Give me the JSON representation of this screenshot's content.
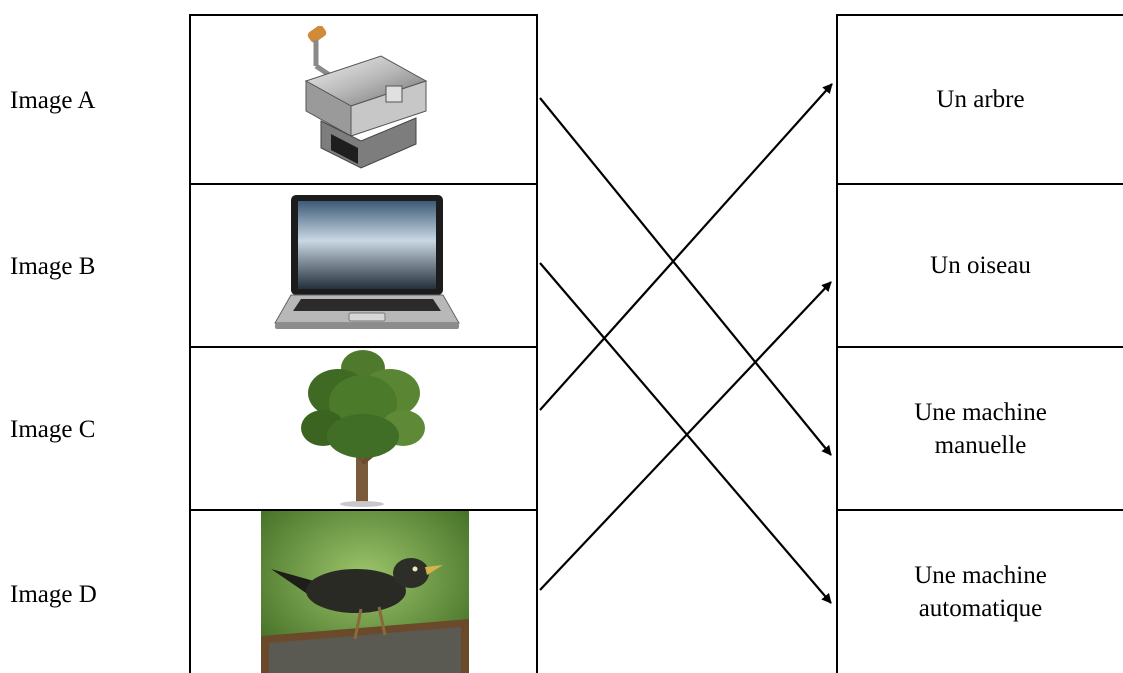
{
  "left_items": [
    {
      "label": "Image A",
      "picture": "pasta-machine-icon"
    },
    {
      "label": "Image B",
      "picture": "laptop-icon"
    },
    {
      "label": "Image C",
      "picture": "tree-icon"
    },
    {
      "label": "Image D",
      "picture": "bird-icon"
    }
  ],
  "right_items": [
    {
      "line1": "Un arbre",
      "line2": ""
    },
    {
      "line1": "Un oiseau",
      "line2": ""
    },
    {
      "line1": "Une machine",
      "line2": "manuelle"
    },
    {
      "line1": "Une machine",
      "line2": "automatique"
    }
  ],
  "connections": [
    {
      "from": "Image A",
      "to": "Une machine manuelle"
    },
    {
      "from": "Image B",
      "to": "Une machine automatique"
    },
    {
      "from": "Image C",
      "to": "Un arbre"
    },
    {
      "from": "Image D",
      "to": "Un oiseau"
    }
  ],
  "colors": {
    "line": "#000000",
    "background": "#ffffff"
  }
}
